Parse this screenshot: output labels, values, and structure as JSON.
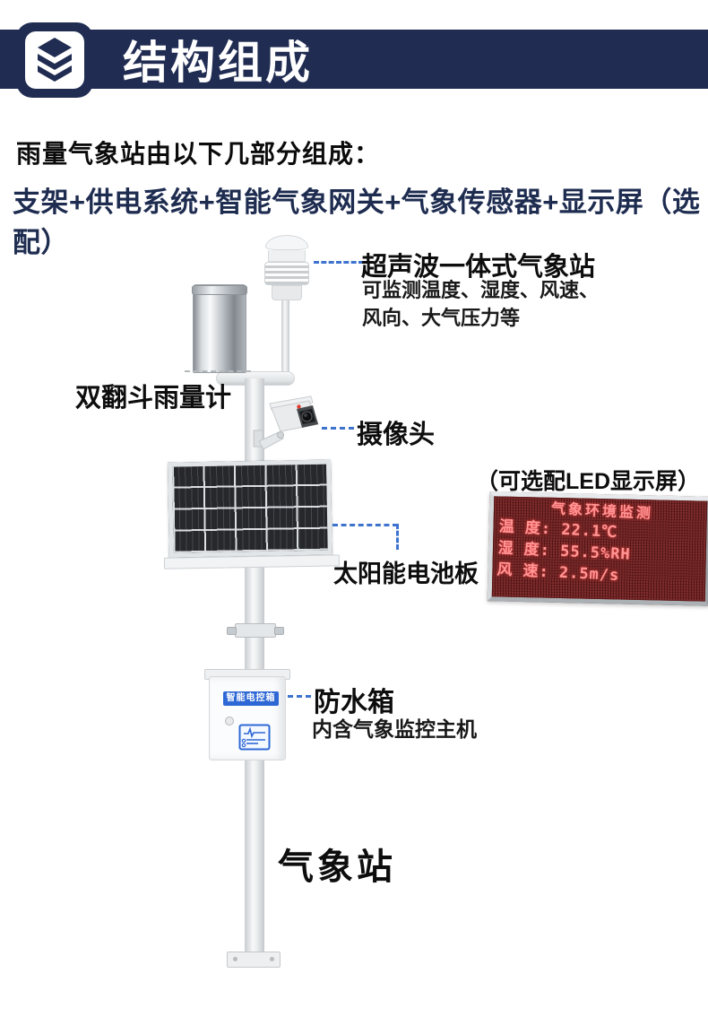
{
  "colors": {
    "banner_navy": "#202c52",
    "accent_text_navy": "#1e2c50",
    "dash_blue": "#3d73cd",
    "plate_blue": "#2e68d5",
    "led_text_red": "#ff9696",
    "led_screen_maroon": "#7f2d2d"
  },
  "header": {
    "title": "结构组成",
    "icon": "layers-icon"
  },
  "intro": {
    "line1": "雨量气象站由以下几部分组成：",
    "line2": "支架+供电系统+智能气象网关+气象传感器+显示屏（选配）"
  },
  "diagram": {
    "ultrasonic": {
      "title": "超声波一体式气象站",
      "desc_line1": "可监测温度、湿度、风速、",
      "desc_line2": "风向、大气压力等"
    },
    "rain_gauge": {
      "label": "双翻斗雨量计"
    },
    "camera": {
      "label": "摄像头"
    },
    "solar_panel": {
      "label": "太阳能电池板"
    },
    "led_display": {
      "note": "（可选配LED显示屏）",
      "title": "气象环境监测",
      "rows": [
        "温度: 22.1℃",
        "湿度: 55.5%RH",
        "风速: 2.5m/s"
      ]
    },
    "control_box": {
      "label": "防水箱",
      "desc": "内含气象监控主机",
      "plate": "智能电控箱"
    },
    "station": {
      "label": "气象站"
    }
  }
}
